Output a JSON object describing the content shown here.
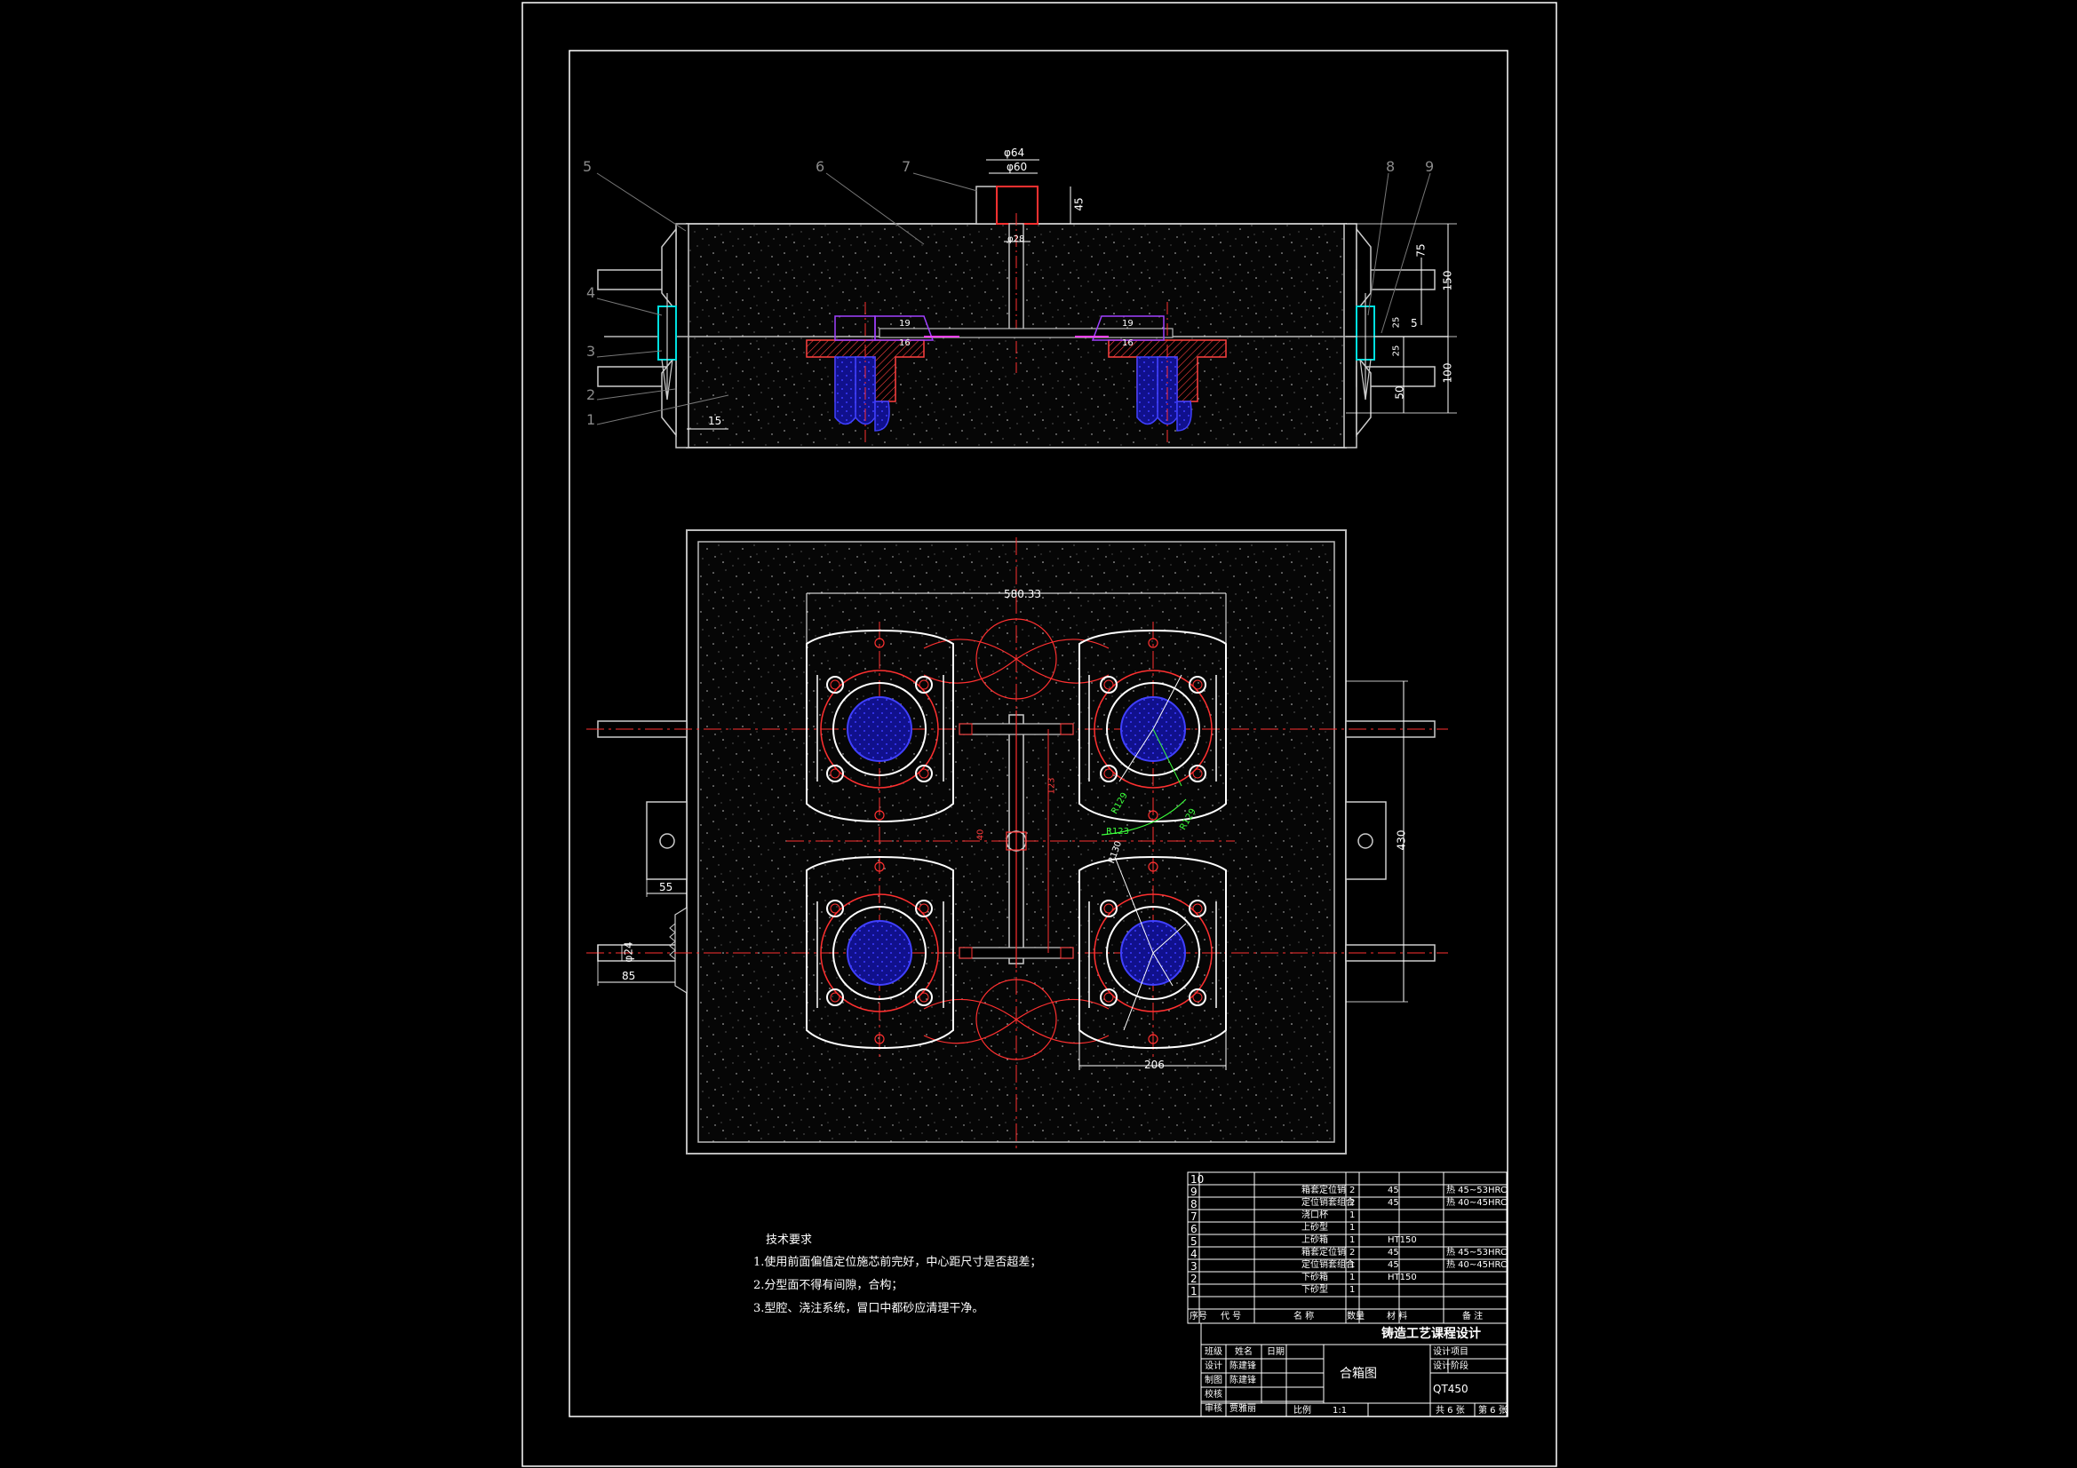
{
  "balloons": [
    "1",
    "2",
    "3",
    "4",
    "5",
    "6",
    "7",
    "8",
    "9"
  ],
  "dims_top": {
    "d64": "φ64",
    "d60": "φ60",
    "h45": "45",
    "d28": "φ28",
    "d15": "15",
    "v75": "75",
    "v150": "150",
    "v5": "5",
    "v100": "100",
    "v50": "50",
    "v25a": "25",
    "v25b": "25",
    "l19a": "19",
    "l19b": "19",
    "l16a": "16",
    "l16b": "16"
  },
  "dims_plan": {
    "top": "580.33",
    "h430": "430",
    "w55": "55",
    "w85": "85",
    "d24": "φ24",
    "bottom": "206",
    "r123": "123",
    "c40": "40",
    "r129a": "R129",
    "r129b": "R129",
    "r123b": "R123",
    "r30": "R130"
  },
  "tech": {
    "title": "技术要求",
    "items": [
      "1.使用前面偏值定位施芯前完好，中心距尺寸是否超差；",
      "2.分型面不得有间隙，合构；",
      "3.型腔、浇注系统，冒口中都砂应清理干净。"
    ]
  },
  "bom": {
    "rows": [
      {
        "no": "10",
        "name": "",
        "qty": "",
        "mat": "",
        "note": ""
      },
      {
        "no": "9",
        "name": "箱套定位销",
        "qty": "2",
        "mat": "45",
        "note": "热 45~53HRC"
      },
      {
        "no": "8",
        "name": "定位销套组合",
        "qty": "2",
        "mat": "45",
        "note": "热 40~45HRC"
      },
      {
        "no": "7",
        "name": "浇口杯",
        "qty": "1",
        "mat": "",
        "note": ""
      },
      {
        "no": "6",
        "name": "上砂型",
        "qty": "1",
        "mat": "",
        "note": ""
      },
      {
        "no": "5",
        "name": "上砂箱",
        "qty": "1",
        "mat": "HT150",
        "note": ""
      },
      {
        "no": "4",
        "name": "箱套定位销",
        "qty": "2",
        "mat": "45",
        "note": "热 45~53HRC"
      },
      {
        "no": "3",
        "name": "定位销套组合",
        "qty": "1",
        "mat": "45",
        "note": "热 40~45HRC"
      },
      {
        "no": "2",
        "name": "下砂箱",
        "qty": "1",
        "mat": "HT150",
        "note": ""
      },
      {
        "no": "1",
        "name": "下砂型",
        "qty": "1",
        "mat": "",
        "note": ""
      }
    ],
    "header": {
      "no": "序号",
      "code": "代 号",
      "name": "名 称",
      "qty": "数量",
      "mat": "材 料",
      "note": "备 注"
    }
  },
  "title_block": {
    "course": "铸造工艺课程设计",
    "drawing": "合箱图",
    "material": "QT450",
    "proj": "设计项目",
    "stage": "设计阶段",
    "r_class": "班级",
    "r_name": "姓名",
    "r_date": "日期",
    "r_design": "设计",
    "r_design_v1": "陈建锋",
    "r_design_v2": "",
    "r_draw": "制图",
    "r_draw_v": "陈建锋",
    "r_check": "校核",
    "r_audit": "审核",
    "r_audit_v": "贾雅丽",
    "scale_lbl": "比例",
    "scale": "1:1",
    "sheets": "共 6 张",
    "sheet": "第 6 张"
  }
}
